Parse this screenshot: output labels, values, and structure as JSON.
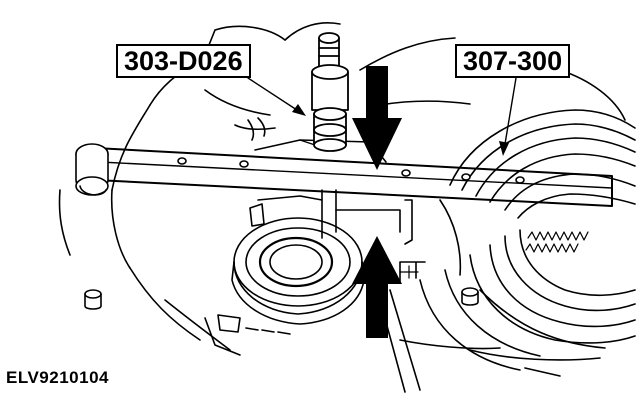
{
  "callouts": {
    "tool_left": "303-D026",
    "tool_right": "307-300"
  },
  "figure_id": "ELV9210104",
  "colors": {
    "ink": "#000000",
    "paper": "#ffffff"
  }
}
